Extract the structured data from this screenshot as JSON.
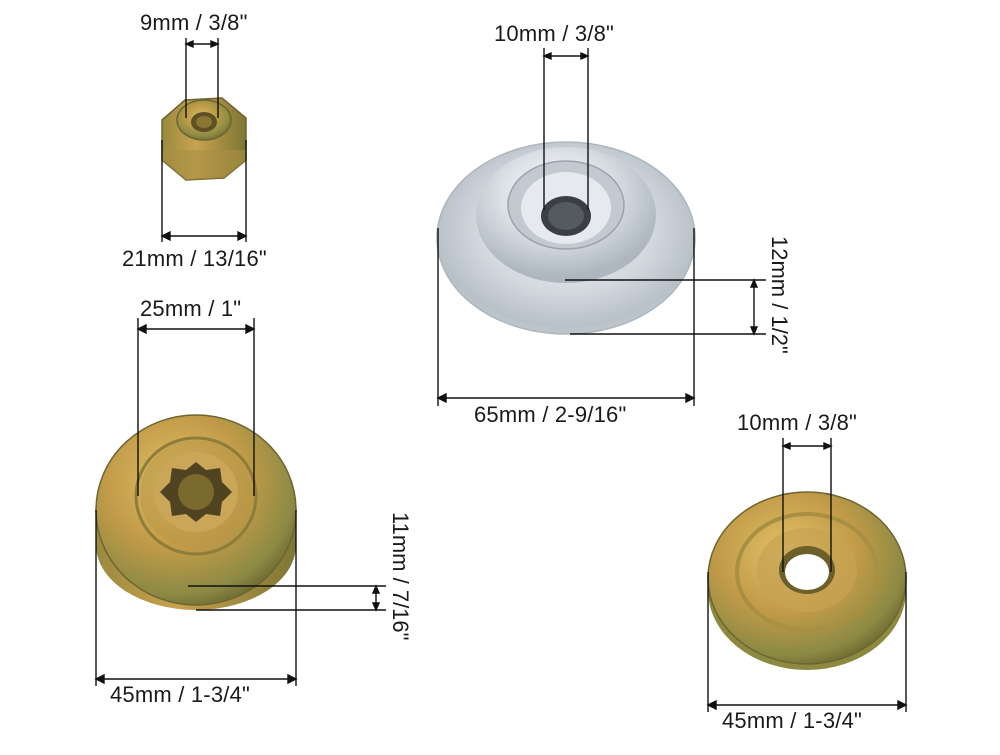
{
  "labels": {
    "nut_thread": "9mm / 3/8\"",
    "nut_width": "21mm / 13/16\"",
    "cup_hole": "10mm / 3/8\"",
    "cup_height": "12mm / 1/2\"",
    "cup_diameter": "65mm / 2-9/16\"",
    "splined_inner": "25mm / 1\"",
    "splined_thickness": "11mm / 7/16\"",
    "splined_diameter": "45mm / 1-3/4\"",
    "washer_hole": "10mm / 3/8\"",
    "washer_diameter": "45mm / 1-3/4\""
  },
  "colors": {
    "zinc_yellow": "#c9a24a",
    "zinc_green": "#8f9a4a",
    "silver": "#d7dde3",
    "line": "#111111"
  }
}
